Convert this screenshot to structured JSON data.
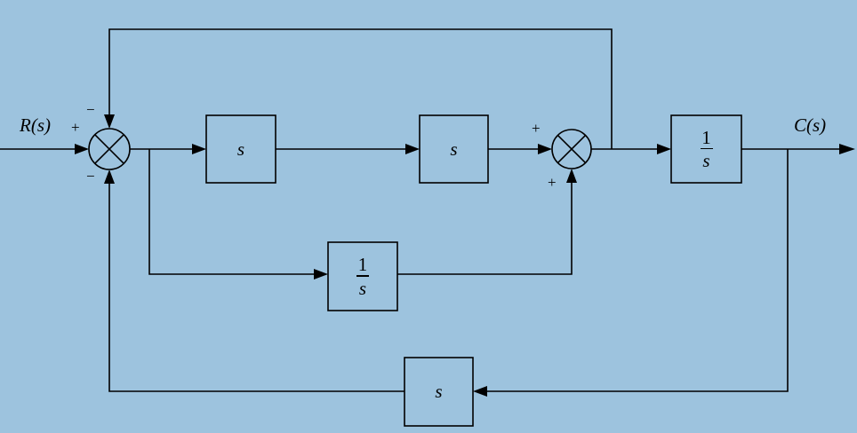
{
  "labels": {
    "input": "R(s)",
    "output": "C(s)"
  },
  "summing_junctions": {
    "left": {
      "signs": {
        "left": "+",
        "top": "−",
        "bottom": "−"
      }
    },
    "right": {
      "signs": {
        "left": "+",
        "bottom": "+"
      }
    }
  },
  "blocks": {
    "forward_first": {
      "text": "s"
    },
    "forward_second": {
      "text": "s"
    },
    "parallel_integrator": {
      "num": "1",
      "den": "s"
    },
    "output_integrator": {
      "num": "1",
      "den": "s"
    },
    "feedback": {
      "text": "s"
    }
  },
  "colors": {
    "background": "#9dc3de",
    "lines": "#000000"
  }
}
